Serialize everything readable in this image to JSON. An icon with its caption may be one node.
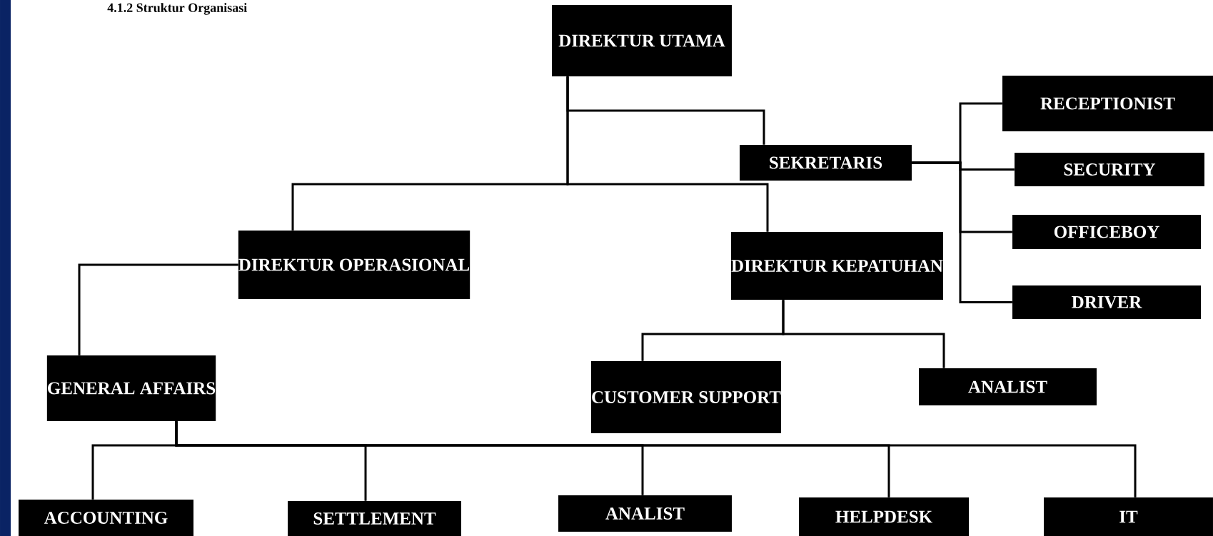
{
  "diagram": {
    "title": "4.1.2 Struktur Organisasi",
    "nodes": [
      {
        "text": [
          "DIREKTUR UTAMA"
        ]
      },
      {
        "text": [
          "SEKRETARIS"
        ]
      },
      {
        "text": [
          "RECEPTIONIST"
        ]
      },
      {
        "text": [
          "SECURITY"
        ]
      },
      {
        "text": [
          "OFFICEBOY"
        ]
      },
      {
        "text": [
          "DRIVER"
        ]
      },
      {
        "text": [
          "DIREKTUR OPERASIONAL"
        ]
      },
      {
        "text": [
          "DIREKTUR KEPATUHAN"
        ]
      },
      {
        "text": [
          "GENERAL AFFAIRS"
        ]
      },
      {
        "text": [
          "CUSTOMER SUPPORT"
        ]
      },
      {
        "text": [
          "ANALIST"
        ]
      },
      {
        "text": [
          "ACCOUNTING"
        ]
      },
      {
        "text": [
          "SETTLEMENT"
        ]
      },
      {
        "text": [
          "ANALIST"
        ]
      },
      {
        "text": [
          "HELPDESK"
        ]
      },
      {
        "text": [
          "IT"
        ]
      }
    ],
    "edges": [
      {
        "from": 0,
        "to": 1,
        "arrow": "none"
      },
      {
        "from": 0,
        "to": 6,
        "arrow": "none"
      },
      {
        "from": 0,
        "to": 7,
        "arrow": "none"
      },
      {
        "from": 1,
        "to": 2,
        "arrow": "none"
      },
      {
        "from": 1,
        "to": 3,
        "arrow": "none"
      },
      {
        "from": 1,
        "to": 4,
        "arrow": "none"
      },
      {
        "from": 1,
        "to": 5,
        "arrow": "none"
      },
      {
        "from": 6,
        "to": 8,
        "arrow": "none"
      },
      {
        "from": 7,
        "to": 9,
        "arrow": "none"
      },
      {
        "from": 7,
        "to": 10,
        "arrow": "none"
      },
      {
        "from": 8,
        "to": 11,
        "arrow": "none"
      },
      {
        "from": 8,
        "to": 12,
        "arrow": "none"
      },
      {
        "from": 8,
        "to": 13,
        "arrow": "none"
      },
      {
        "from": 8,
        "to": 14,
        "arrow": "none"
      },
      {
        "from": 8,
        "to": 15,
        "arrow": "none"
      }
    ]
  }
}
